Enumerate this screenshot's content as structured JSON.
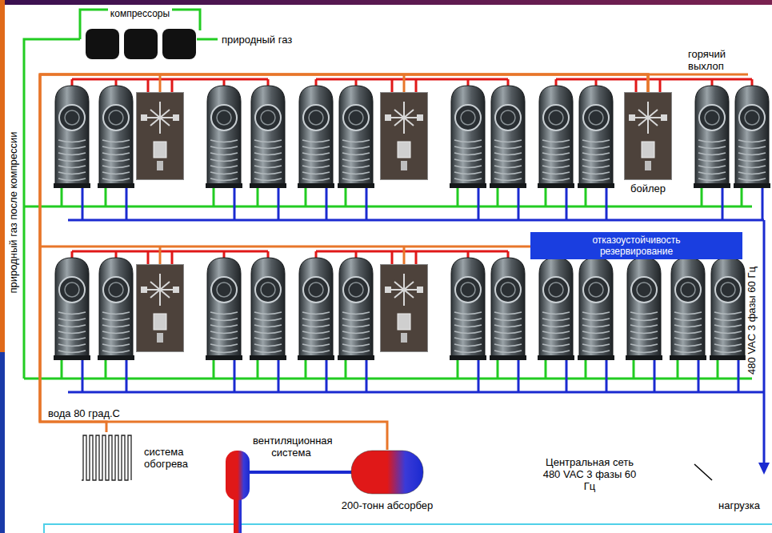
{
  "diagram": {
    "nodes": [
      {
        "text": [
          "компрессоры"
        ]
      },
      {
        "text": [
          "бойлер"
        ]
      },
      {
        "text": [
          "отказоустойчивость резервирование"
        ]
      },
      {
        "text": [
          "вентиляционная система"
        ]
      },
      {
        "text": [
          "система обогрева"
        ]
      },
      {
        "text": [
          "200-тонн абсорбер"
        ]
      }
    ],
    "edges": [
      {
        "from": 1,
        "to": 4,
        "arrow": "none",
        "label": "вода 80 град.С"
      },
      {
        "from": 1,
        "to": 5,
        "arrow": "none"
      },
      {
        "from": 3,
        "to": 5,
        "arrow": "none"
      }
    ],
    "labels": [
      "природный газ",
      "горячий выхлоп",
      "природный газ после компрессии",
      "480 VAC 3 фазы 60 Гц",
      "Центральная сеть 480 VAC 3 фазы 60 Гц",
      "нагрузка"
    ]
  }
}
